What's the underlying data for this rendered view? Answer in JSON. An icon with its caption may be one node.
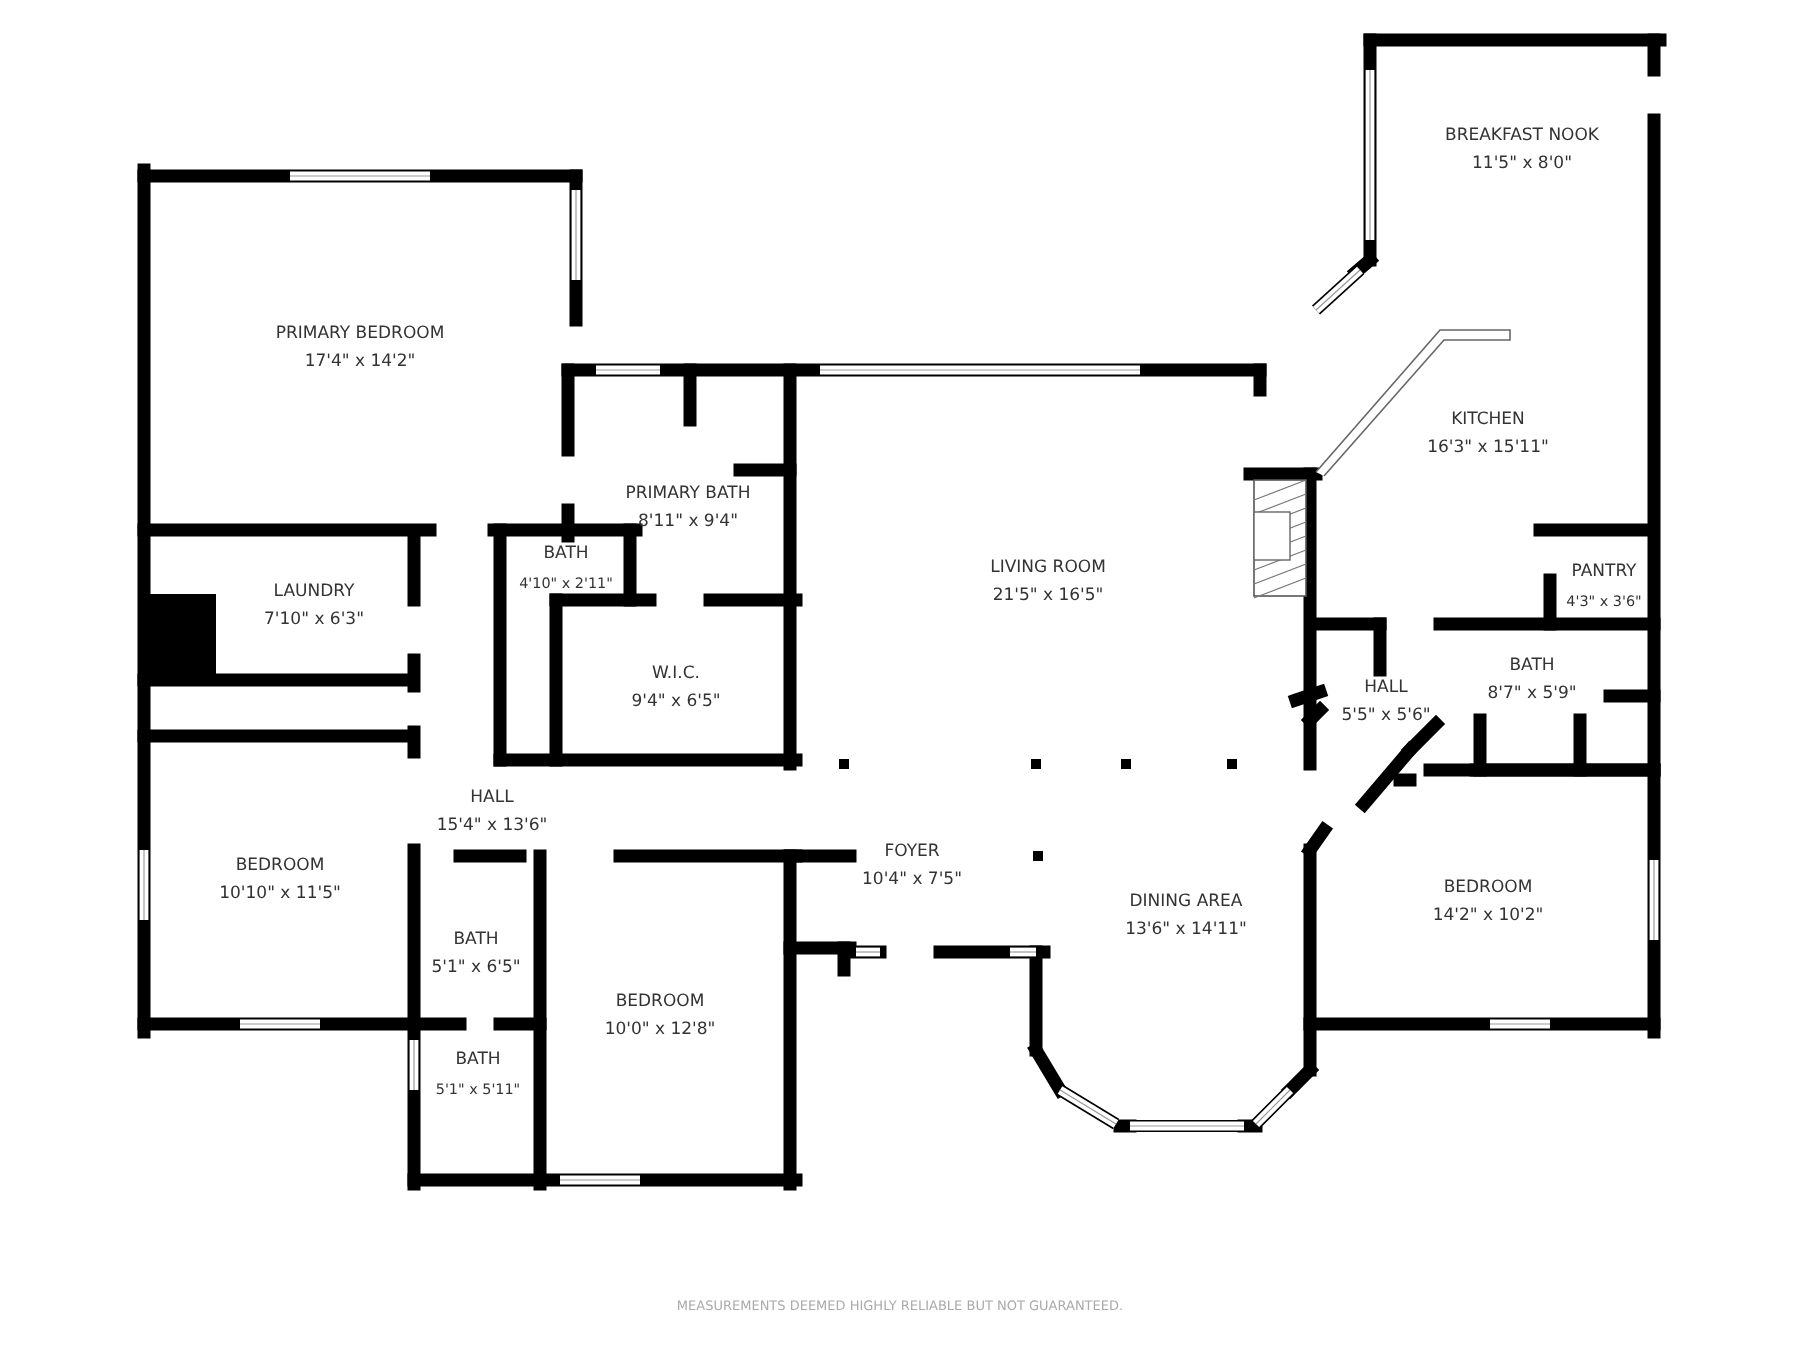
{
  "diagram": {
    "labels": [
      "BREAKFAST NOOK",
      "11'5\" x 8'0\"",
      "PRIMARY BEDROOM",
      "17'4\" x 14'2\"",
      "KITCHEN",
      "16'3\" x 15'11\"",
      "PRIMARY BATH",
      "8'11\" x 9'4\"",
      "LIVING ROOM",
      "21'5\" x 16'5\"",
      "BATH",
      "4'10\" x 2'11\"",
      "PANTRY",
      "4'3\" x 3'6\"",
      "LAUNDRY",
      "7'10\" x 6'3\"",
      "W.I.C.",
      "9'4\" x 6'5\"",
      "BATH",
      "8'7\" x 5'9\"",
      "HALL",
      "5'5\" x 5'6\"",
      "HALL",
      "15'4\" x 13'6\"",
      "FOYER",
      "10'4\" x 7'5\"",
      "BEDROOM",
      "10'10\" x 11'5\"",
      "BEDROOM",
      "14'2\" x 10'2\"",
      "DINING AREA",
      "13'6\" x 14'11\"",
      "BATH",
      "5'1\" x 6'5\"",
      "BEDROOM",
      "10'0\" x 12'8\"",
      "BATH",
      "5'1\" x 5'11\"",
      "MEASUREMENTS DEEMED HIGHLY RELIABLE BUT NOT GUARANTEED."
    ]
  }
}
